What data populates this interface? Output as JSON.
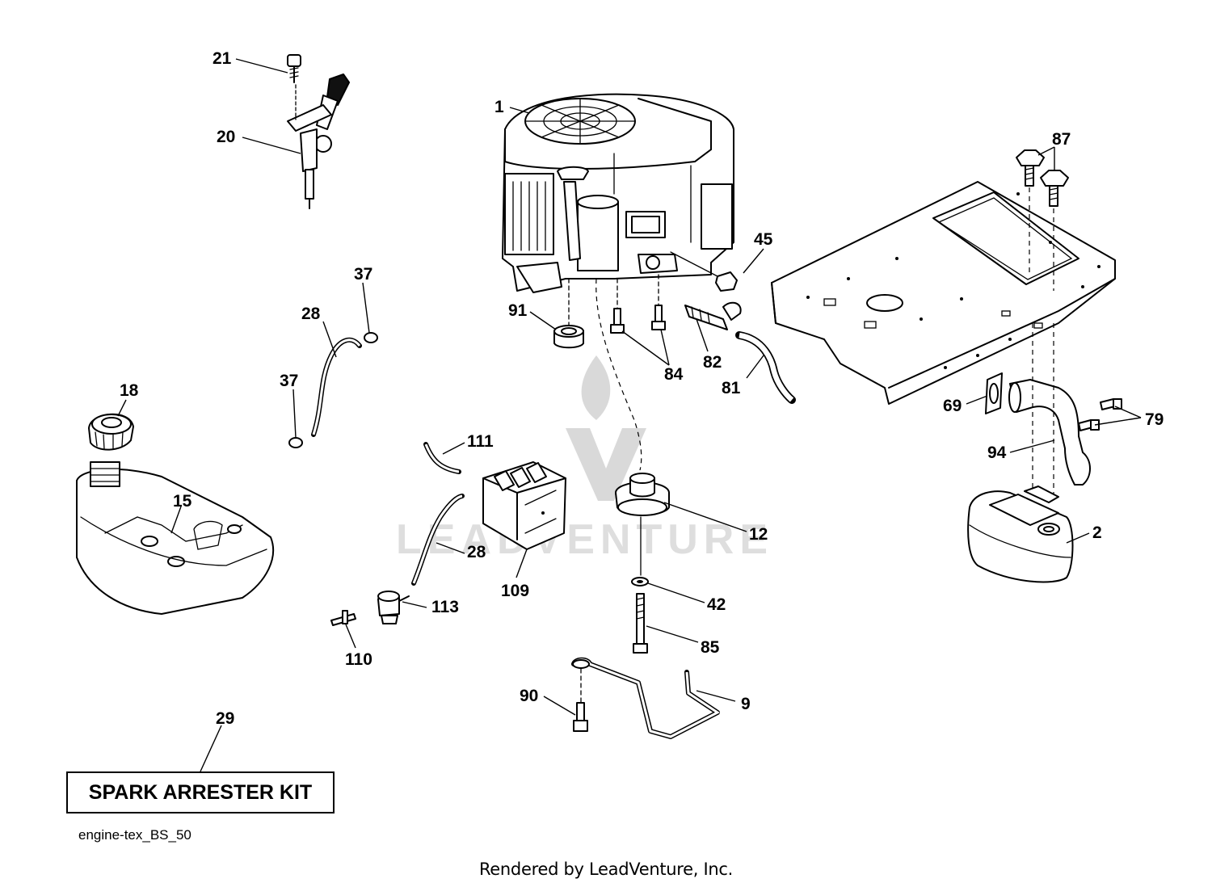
{
  "diagram": {
    "watermark_text": "LEADVENTURE",
    "kit_label": "SPARK ARRESTER KIT",
    "diagram_id": "engine-tex_BS_50",
    "render_credit": "Rendered by LeadVenture, Inc.",
    "callouts": {
      "c1": "1",
      "c2": "2",
      "c9": "9",
      "c12": "12",
      "c15": "15",
      "c18": "18",
      "c20": "20",
      "c21": "21",
      "c28a": "28",
      "c28b": "28",
      "c29": "29",
      "c37a": "37",
      "c37b": "37",
      "c42": "42",
      "c45": "45",
      "c69": "69",
      "c79": "79",
      "c81": "81",
      "c82": "82",
      "c84": "84",
      "c85": "85",
      "c87": "87",
      "c90": "90",
      "c91": "91",
      "c94": "94",
      "c109": "109",
      "c110": "110",
      "c111": "111",
      "c113": "113"
    }
  }
}
